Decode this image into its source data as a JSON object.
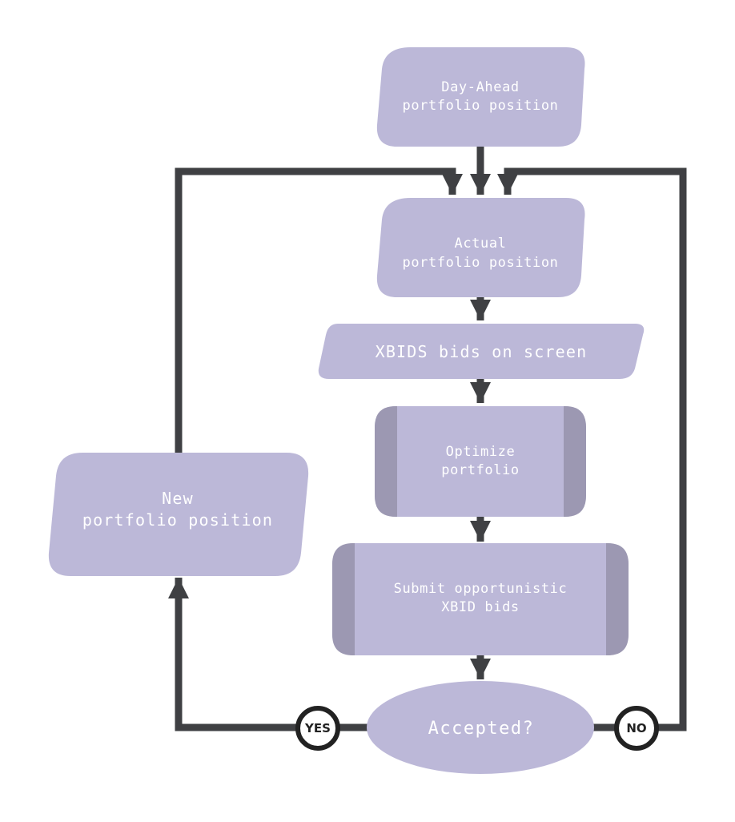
{
  "colors": {
    "node_fill": "#bcb8d8",
    "process_side": "#9c98b2",
    "connector": "#3f4043",
    "text": "#ffffff"
  },
  "nodes": {
    "day_ahead": {
      "line1": "Day-Ahead",
      "line2": "portfolio position"
    },
    "actual": {
      "line1": "Actual",
      "line2": "portfolio position"
    },
    "xbids": {
      "label": "XBIDS bids on screen"
    },
    "optimize": {
      "line1": "Optimize",
      "line2": "portfolio"
    },
    "submit": {
      "line1": "Submit opportunistic",
      "line2": "XBID bids"
    },
    "accepted": {
      "label": "Accepted?"
    },
    "new_position": {
      "line1": "New",
      "line2": "portfolio position"
    }
  },
  "branches": {
    "yes": "YES",
    "no": "NO"
  }
}
